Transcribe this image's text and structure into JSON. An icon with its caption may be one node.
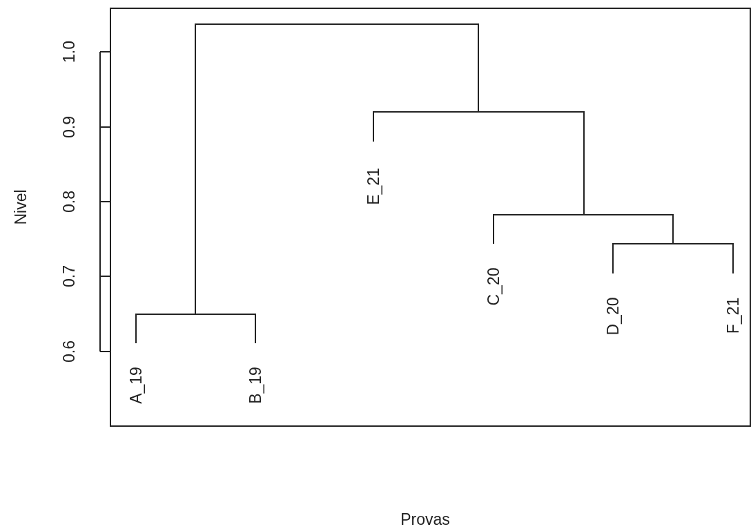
{
  "diagram": {
    "labels": [
      "1.0",
      "0.9",
      "0.8",
      "0.7",
      "0.6",
      "Nivel",
      "E_21",
      "C_20",
      "D_20",
      "F_21",
      "A_19",
      "B_19",
      "Provas"
    ]
  }
}
